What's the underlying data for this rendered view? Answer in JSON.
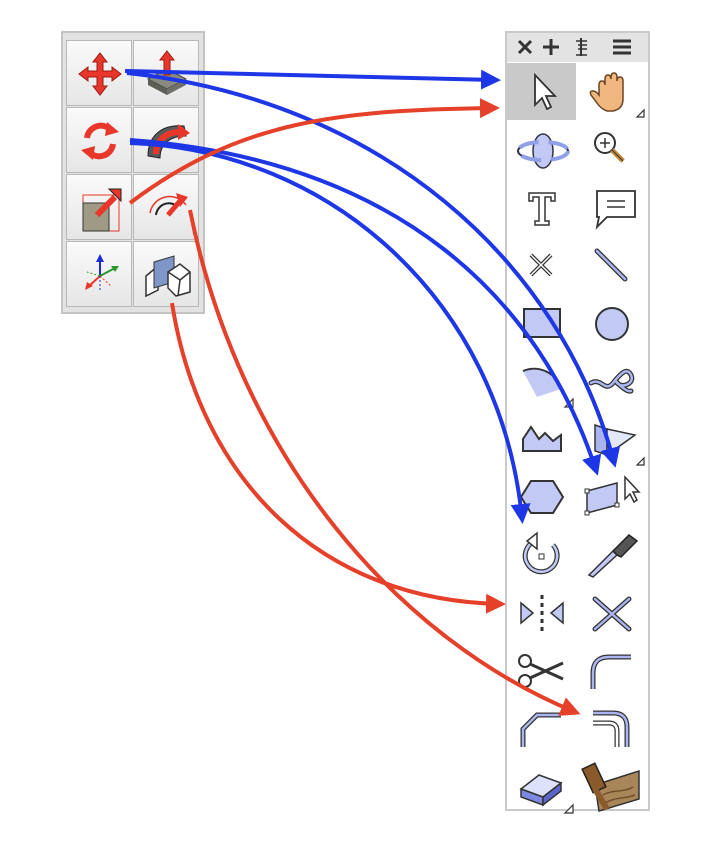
{
  "old_toolbar": {
    "tools": [
      {
        "name": "move-tool",
        "icon": "move-icon"
      },
      {
        "name": "push-pull-tool",
        "icon": "push-pull-icon"
      },
      {
        "name": "rotate-tool",
        "icon": "rotate-icon"
      },
      {
        "name": "follow-me-tool",
        "icon": "follow-me-icon"
      },
      {
        "name": "scale-tool",
        "icon": "scale-icon"
      },
      {
        "name": "offset-tool",
        "icon": "offset-icon"
      },
      {
        "name": "axes-tool",
        "icon": "axes-icon"
      },
      {
        "name": "section-plane-tool",
        "icon": "section-plane-icon"
      }
    ]
  },
  "new_toolbar": {
    "header": {
      "close": "close-icon",
      "add": "add-icon",
      "text_tool": "text-style-icon",
      "menu": "menu-icon"
    },
    "tools": [
      {
        "name": "select-tool",
        "icon": "cursor-arrow-icon",
        "selected": true
      },
      {
        "name": "pan-tool",
        "icon": "hand-icon"
      },
      {
        "name": "orbit-tool",
        "icon": "orbit-icon"
      },
      {
        "name": "zoom-tool",
        "icon": "magnifier-plus-icon"
      },
      {
        "name": "text-tool",
        "icon": "text-t-icon"
      },
      {
        "name": "annotation-tool",
        "icon": "speech-bubble-icon"
      },
      {
        "name": "erase-vertex-tool",
        "icon": "x-mark-icon"
      },
      {
        "name": "line-tool",
        "icon": "line-icon"
      },
      {
        "name": "rectangle-tool",
        "icon": "rectangle-icon"
      },
      {
        "name": "circle-tool",
        "icon": "circle-icon"
      },
      {
        "name": "arc-tool",
        "icon": "arc-icon"
      },
      {
        "name": "freehand-tool",
        "icon": "freehand-curve-icon"
      },
      {
        "name": "sandbox-tool",
        "icon": "terrain-icon"
      },
      {
        "name": "push-pull-tool",
        "icon": "push-pull-face-icon"
      },
      {
        "name": "polygon-tool",
        "icon": "hexagon-icon"
      },
      {
        "name": "move-tool",
        "icon": "move-face-cursor-icon"
      },
      {
        "name": "rotate-tool",
        "icon": "rotate-circle-icon"
      },
      {
        "name": "knife-tool",
        "icon": "knife-icon"
      },
      {
        "name": "mirror-tool",
        "icon": "mirror-icon"
      },
      {
        "name": "intersect-tool",
        "icon": "intersect-lines-icon"
      },
      {
        "name": "scissors-tool",
        "icon": "scissors-icon"
      },
      {
        "name": "fillet-tool",
        "icon": "fillet-corner-icon"
      },
      {
        "name": "chamfer-tool",
        "icon": "chamfer-corner-icon"
      },
      {
        "name": "offset-tool",
        "icon": "offset-corner-icon"
      },
      {
        "name": "eraser-tool",
        "icon": "eraser-icon"
      },
      {
        "name": "paint-bucket-tool",
        "icon": "paint-brush-wood-icon"
      }
    ]
  },
  "arrow_colors": {
    "blue": "#1e37e6",
    "red": "#e5402a"
  }
}
